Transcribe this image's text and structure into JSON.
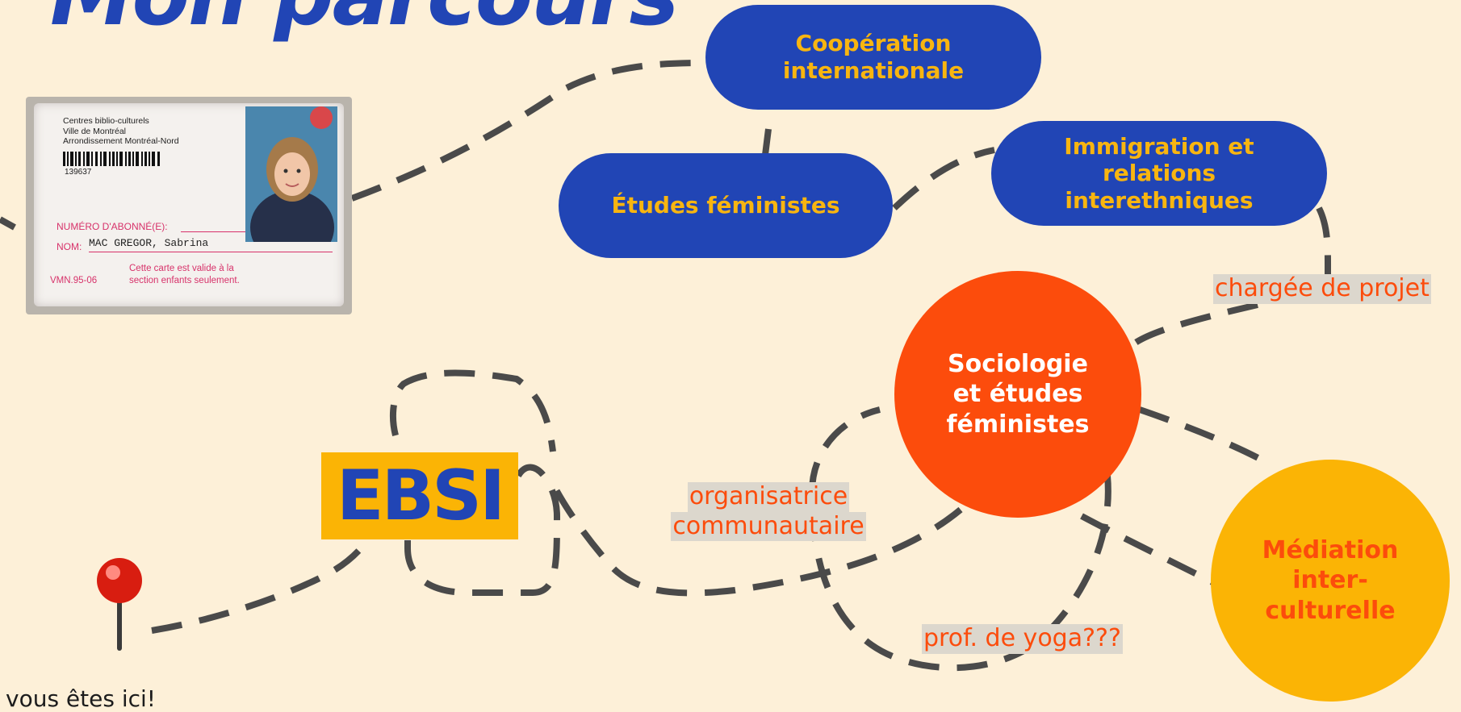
{
  "title": "Mon parcours",
  "nodes": {
    "cooperation": {
      "lines": [
        "Coopération",
        "internationale"
      ]
    },
    "etudes_feministes": {
      "lines": [
        "Études féministes"
      ]
    },
    "immigration": {
      "lines": [
        "Immigration et",
        "relations",
        "interethniques"
      ]
    },
    "sociologie": {
      "lines": [
        "Sociologie",
        "et études",
        "féministes"
      ]
    },
    "mediation": {
      "lines": [
        "Médiation",
        "inter-",
        "culturelle"
      ]
    },
    "ebsi": "EBSI"
  },
  "roles": {
    "chargee": "chargée de projet",
    "organisatrice": [
      "organisatrice",
      "communautaire"
    ],
    "yoga": "prof. de yoga???"
  },
  "start_label": "vous êtes ici!",
  "library_card": {
    "header": [
      "Centres biblio-culturels",
      "Ville de Montréal",
      "Arrondissement Montréal-Nord"
    ],
    "number": "139637",
    "abonne_label": "NUMÉRO D'ABONNÉ(E):",
    "nom_label": "NOM:",
    "name": "MAC GREGOR, Sabrina",
    "code": "VMN.95-06",
    "note": [
      "Cette carte est valide à la",
      "section enfants seulement."
    ]
  },
  "colors": {
    "background": "#fdf0d8",
    "blue": "#2145b5",
    "yellow": "#fbb405",
    "orange": "#fc4c0c",
    "dash": "#4a4a4a",
    "highlight": "#dcd7cd"
  }
}
